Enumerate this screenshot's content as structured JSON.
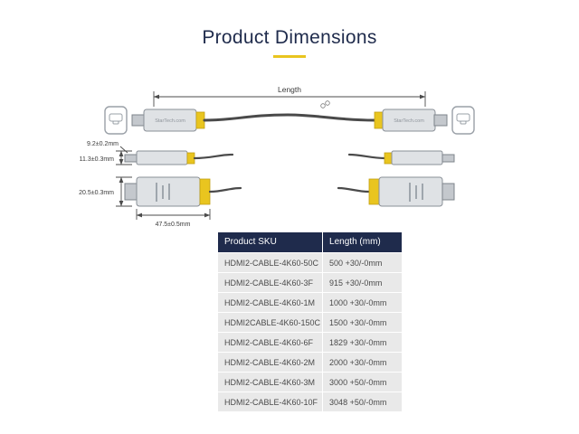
{
  "page": {
    "title": "Product Dimensions"
  },
  "colors": {
    "navy": "#1f2b4c",
    "yellow": "#e9c51f",
    "row_gray": "#e9e9e9",
    "text_gray": "#4a4a4a"
  },
  "diagram": {
    "length_label": "Length",
    "brand": "StarTech.com",
    "dim_tip_height": "9.2±0.2mm",
    "dim_connector_height": "11.3±0.3mm",
    "dim_connector_width": "20.5±0.3mm",
    "dim_connector_length": "47.5±0.5mm"
  },
  "table": {
    "headers": [
      "Product SKU",
      "Length (mm)"
    ],
    "rows": [
      {
        "sku": "HDMI2-CABLE-4K60-50C",
        "length": "500 +30/-0mm"
      },
      {
        "sku": "HDMI2-CABLE-4K60-3F",
        "length": "915 +30/-0mm"
      },
      {
        "sku": "HDMI2-CABLE-4K60-1M",
        "length": "1000 +30/-0mm"
      },
      {
        "sku": "HDMI2CABLE-4K60-150C",
        "length": "1500 +30/-0mm"
      },
      {
        "sku": "HDMI2-CABLE-4K60-6F",
        "length": "1829 +30/-0mm"
      },
      {
        "sku": "HDMI2-CABLE-4K60-2M",
        "length": "2000 +30/-0mm"
      },
      {
        "sku": "HDMI2-CABLE-4K60-3M",
        "length": "3000 +50/-0mm"
      },
      {
        "sku": "HDMI2-CABLE-4K60-10F",
        "length": "3048 +50/-0mm"
      }
    ]
  }
}
